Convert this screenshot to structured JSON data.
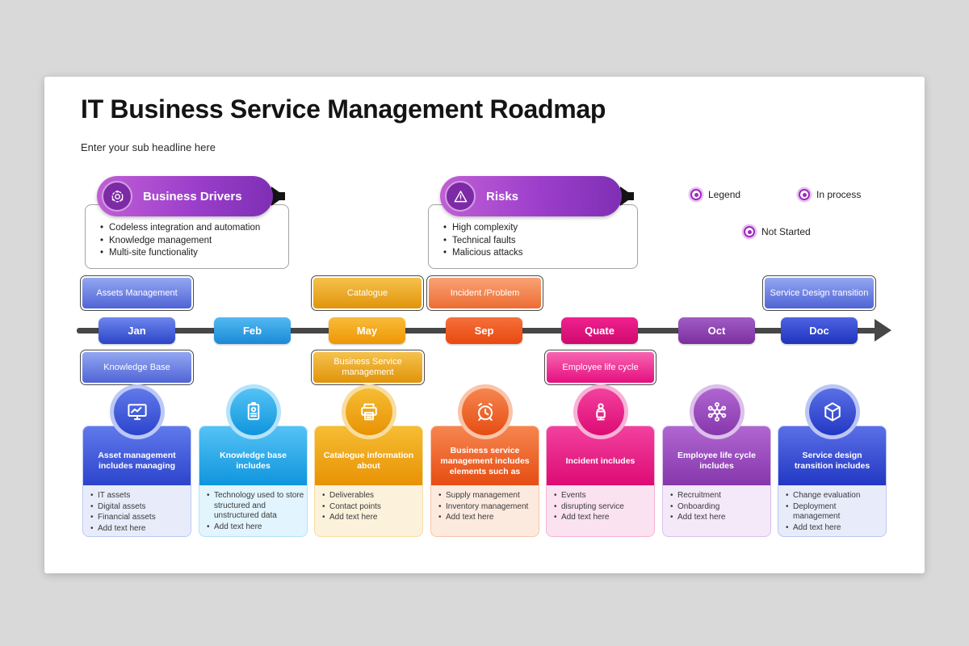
{
  "slide": {
    "title": "IT Business Service Management Roadmap",
    "subtitle": "Enter your sub headline here"
  },
  "callouts": {
    "drivers": {
      "label": "Business Drivers",
      "icon": "automation-icon",
      "bullets": [
        "Codeless integration and automation",
        "Knowledge management",
        "Multi-site functionality"
      ]
    },
    "risks": {
      "label": "Risks",
      "icon": "warning-icon",
      "bullets": [
        "High complexity",
        "Technical faults",
        "Malicious attacks"
      ]
    }
  },
  "legend": {
    "items": [
      {
        "label": "Legend"
      },
      {
        "label": "In process"
      },
      {
        "label": "Not Started"
      }
    ]
  },
  "timeline": {
    "months": [
      {
        "label": "Jan",
        "color": "#2b45c8"
      },
      {
        "label": "Feb",
        "color": "#1a8ad6"
      },
      {
        "label": "May",
        "color": "#ee9703"
      },
      {
        "label": "Sep",
        "color": "#e8490f"
      },
      {
        "label": "Quate",
        "color": "#cf0a6e"
      },
      {
        "label": "Oct",
        "color": "#7c2f9f"
      },
      {
        "label": "Doc",
        "color": "#1f34bd"
      }
    ],
    "milestones_above": [
      {
        "label": "Assets Management",
        "color": "#5064d6"
      },
      {
        "label": "Catalogue",
        "color": "#e1940a"
      },
      {
        "label": "Incident /Problem",
        "color": "#ed6d31"
      },
      {
        "label": "Service Design transition",
        "color": "#5064d6"
      }
    ],
    "milestones_below": [
      {
        "label": "Knowledge Base",
        "color": "#5064d6"
      },
      {
        "label": "Business Service management",
        "color": "#e1940a"
      },
      {
        "label": "Employee life cycle",
        "color": "#e50f7e"
      }
    ]
  },
  "cards": [
    {
      "icon": "monitor-icon",
      "color": "#3b55dd",
      "title": "Asset management includes managing",
      "bullets": [
        "IT assets",
        "Digital assets",
        "Financial assets",
        "Add text here"
      ]
    },
    {
      "icon": "id-badge-icon",
      "color": "#27aef0",
      "title": "Knowledge base includes",
      "bullets": [
        "Technology used to store structured and unstructured data",
        "Add text here"
      ]
    },
    {
      "icon": "printer-icon",
      "color": "#ef9d0e",
      "title": "Catalogue information about",
      "bullets": [
        "Deliverables",
        "Contact points",
        "Add text here"
      ]
    },
    {
      "icon": "alarm-clock-icon",
      "color": "#ee5a1d",
      "title": "Business service management includes elements such as",
      "bullets": [
        "Supply management",
        "Inventory management",
        "Add text here"
      ]
    },
    {
      "icon": "presenter-icon",
      "color": "#e5107e",
      "title": "Incident includes",
      "bullets": [
        "Events",
        "disrupting service",
        "Add text here"
      ]
    },
    {
      "icon": "network-icon",
      "color": "#9b4cc0",
      "title": "Employee life cycle includes",
      "bullets": [
        "Recruitment",
        "Onboarding",
        "Add text here"
      ]
    },
    {
      "icon": "cube-icon",
      "color": "#3a50dd",
      "title": "Service design transition includes",
      "bullets": [
        "Change evaluation",
        "Deployment management",
        "Add text here"
      ]
    }
  ],
  "palette": {
    "background": "#d9d9d9",
    "accent_purple": "#9b3ec9",
    "timeline_line": "#474747"
  }
}
